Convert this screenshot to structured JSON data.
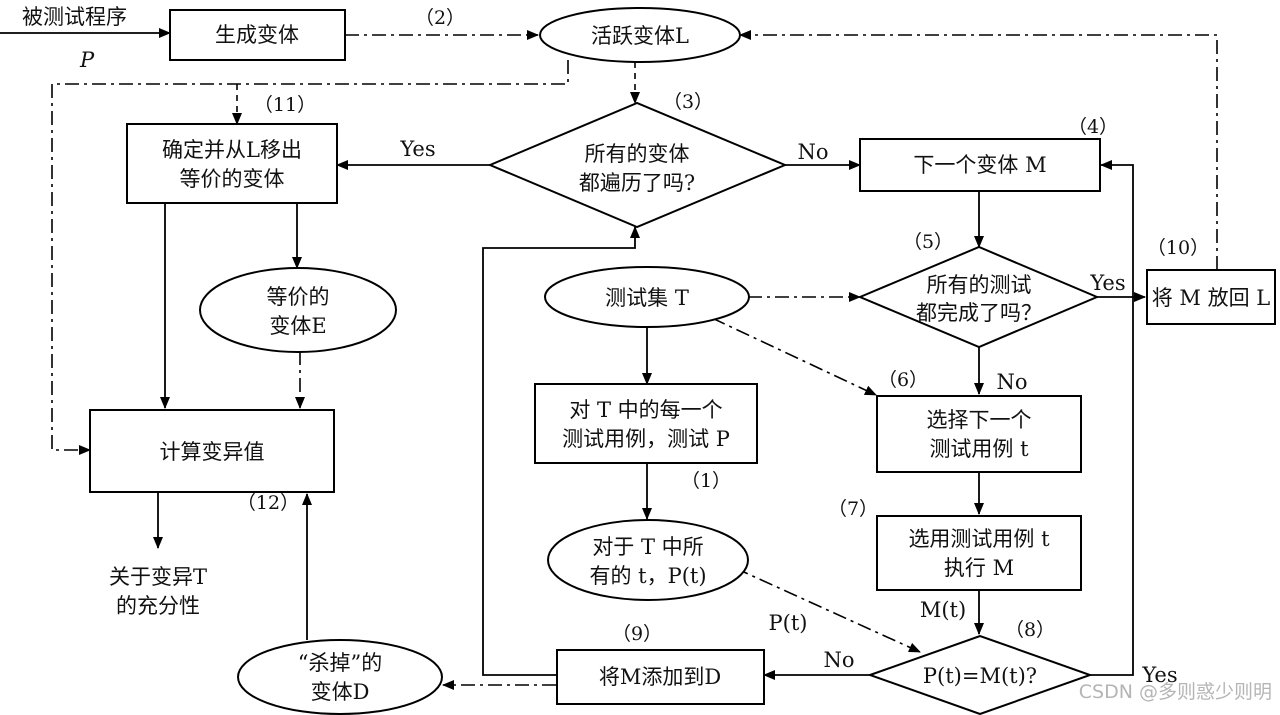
{
  "nodes": {
    "program_under_test": "被测试程序",
    "generate_mutants": "生成变体",
    "active_mutants": "活跃变体L",
    "determine_equivalent": [
      "确定并从L移出",
      "等价的变体"
    ],
    "all_mutants_traversed": [
      "所有的变体",
      "都遍历了吗?"
    ],
    "next_mutant": "下一个变体 M",
    "equivalent_mutants": [
      "等价的",
      "变体E"
    ],
    "test_set": "测试集 T",
    "all_tests_done": [
      "所有的测试",
      "都完成了吗？"
    ],
    "return_mutant": "将 M 放回 L",
    "run_each_test": [
      "对 T 中的每一个",
      "测试用例，测试 P"
    ],
    "select_next_test": [
      "选择下一个",
      "测试用例 t"
    ],
    "compute_mutation_score": "计算变异值",
    "all_results": [
      "对于 T 中所",
      "有的 t，P(t)"
    ],
    "execute_mutant": [
      "选用测试用例 t",
      "执行 M"
    ],
    "adequacy": [
      "关于变异T",
      "的充分性"
    ],
    "killed_mutants": [
      "“杀掉”的",
      "变体D"
    ],
    "add_to_killed": "将M添加到D",
    "compare_outputs": "P(t)=M(t)?"
  },
  "labels": {
    "p": "P",
    "yes_left": "Yes",
    "no_right": "No",
    "yes_tests_done": "Yes",
    "no_tests": "No",
    "m_of_t": "M(t)",
    "p_of_t": "P(t)",
    "no_compare": "No",
    "yes_compare": "Yes"
  },
  "steps": {
    "s1": "（1）",
    "s2": "（2）",
    "s3": "（3）",
    "s4": "（4）",
    "s5": "（5）",
    "s6": "（6）",
    "s7": "（7）",
    "s8": "（8）",
    "s9": "（9）",
    "s10": "（10）",
    "s11": "（11）",
    "s12": "（12）"
  },
  "watermark": "CSDN @多则惑少则明"
}
